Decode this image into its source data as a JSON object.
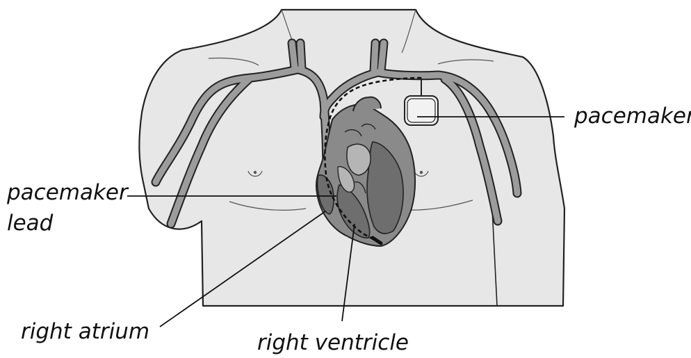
{
  "labels": {
    "pacemaker": "pacemaker",
    "pacemaker_lead_line1": "pacemaker",
    "pacemaker_lead_line2": "lead",
    "right_atrium": "right atrium",
    "right_ventricle": "right ventricle"
  },
  "colors": {
    "outline": "#222222",
    "body_fill": "#e7e7e7",
    "vessel_fill": "#9c9c9c",
    "heart_fill": "#8a8a8a",
    "chamber_fill": "#6e6e6e",
    "chamber_light": "#b5b5b5",
    "device_fill": "#f2f2f2",
    "background": "#ffffff"
  }
}
